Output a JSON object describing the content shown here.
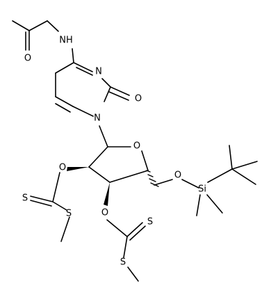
{
  "molecule": {
    "atom_labels": {
      "amide_nitrogen": "NH",
      "carbonyl_oxygen_acetyl": "O",
      "ring_nitrogen_3": "N",
      "ring_nitrogen_1": "N",
      "carbonyl_oxygen_2": "O",
      "ring_oxygen": "O",
      "silyl_ether_oxygen": "O",
      "silicon": "Si",
      "xanthate_oxygen_2": "O",
      "xanthate_oxygen_3": "O",
      "thione_sulfur_2": "S",
      "thioether_sulfur_2": "S",
      "thione_sulfur_3": "S",
      "thioether_sulfur_3": "S"
    },
    "colors": {
      "bond": "#000000",
      "label": "#000000",
      "background": "#ffffff"
    }
  }
}
